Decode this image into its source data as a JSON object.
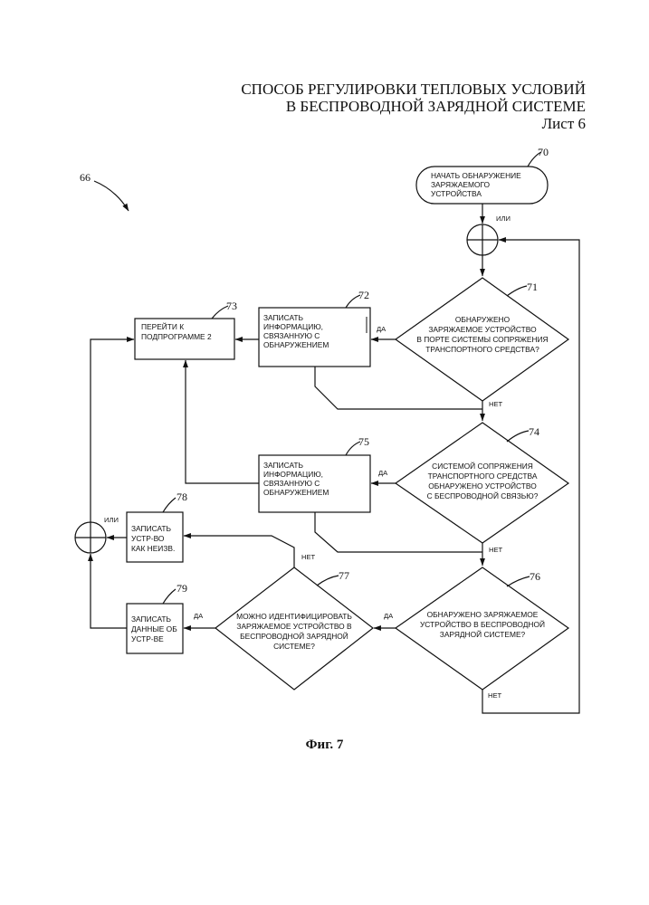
{
  "header": {
    "title_line1": "СПОСОБ РЕГУЛИРОВКИ ТЕПЛОВЫХ УСЛОВИЙ",
    "title_line2": "В БЕСПРОВОДНОЙ ЗАРЯДНОЙ СИСТЕМЕ",
    "sheet": "Лист 6"
  },
  "figure": {
    "ref": "66",
    "caption": "Фиг. 7"
  },
  "nodes": {
    "n70": {
      "ref": "70",
      "lines": [
        "НАЧАТЬ ОБНАРУЖЕНИЕ",
        "ЗАРЯЖАЕМОГО",
        "УСТРОЙСТВА"
      ]
    },
    "n71": {
      "ref": "71",
      "lines": [
        "ОБНАРУЖЕНО",
        "ЗАРЯЖАЕМОЕ УСТРОЙСТВО",
        "В ПОРТЕ СИСТЕМЫ СОПРЯЖЕНИЯ",
        "ТРАНСПОРТНОГО СРЕДСТВА?"
      ]
    },
    "n72": {
      "ref": "72",
      "lines": [
        "ЗАПИСАТЬ",
        "ИНФОРМАЦИЮ,",
        "СВЯЗАННУЮ С",
        "ОБНАРУЖЕНИЕМ"
      ]
    },
    "n73": {
      "ref": "73",
      "lines": [
        "ПЕРЕЙТИ К",
        "ПОДПРОГРАММЕ 2"
      ]
    },
    "n74": {
      "ref": "74",
      "lines": [
        "СИСТЕМОЙ СОПРЯЖЕНИЯ",
        "ТРАНСПОРТНОГО СРЕДСТВА",
        "ОБНАРУЖЕНО УСТРОЙСТВО",
        "С БЕСПРОВОДНОЙ СВЯЗЬЮ?"
      ]
    },
    "n75": {
      "ref": "75",
      "lines": [
        "ЗАПИСАТЬ",
        "ИНФОРМАЦИЮ,",
        "СВЯЗАННУЮ С",
        "ОБНАРУЖЕНИЕМ"
      ]
    },
    "n76": {
      "ref": "76",
      "lines": [
        "ОБНАРУЖЕНО ЗАРЯЖАЕМОЕ",
        "УСТРОЙСТВО В БЕСПРОВОДНОЙ",
        "ЗАРЯДНОЙ СИСТЕМЕ?"
      ]
    },
    "n77": {
      "ref": "77",
      "lines": [
        "МОЖНО ИДЕНТИФИЦИРОВАТЬ",
        "ЗАРЯЖАЕМОЕ УСТРОЙСТВО В",
        "БЕСПРОВОДНОЙ ЗАРЯДНОЙ",
        "СИСТЕМЕ?"
      ]
    },
    "n78": {
      "ref": "78",
      "lines": [
        "ЗАПИСАТЬ",
        "УСТР-ВО",
        "КАК НЕИЗВ."
      ]
    },
    "n79": {
      "ref": "79",
      "lines": [
        "ЗАПИСАТЬ",
        "ДАННЫЕ ОБ",
        "УСТР-ВЕ"
      ]
    }
  },
  "labels": {
    "or_top": "ИЛИ",
    "or_left": "ИЛИ",
    "yes71": "ДА",
    "no71": "НЕТ",
    "yes74": "ДА",
    "no74": "НЕТ",
    "yes76": "ДА",
    "no76": "НЕТ",
    "yes77": "ДА",
    "no77": "НЕТ"
  }
}
